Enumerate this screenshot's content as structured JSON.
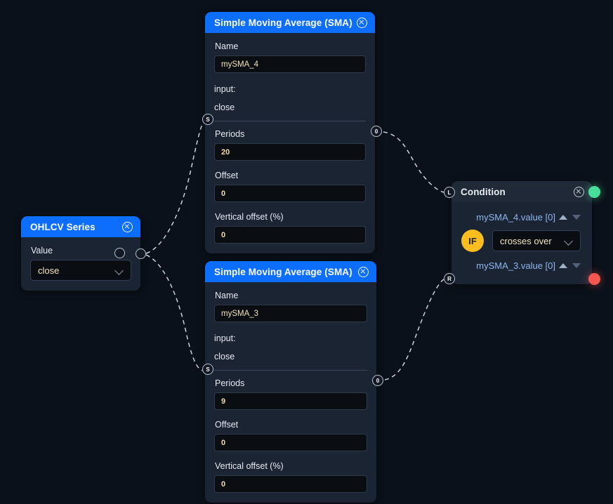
{
  "canvas": {
    "background": "#0b111a",
    "accent": "#0d6efd"
  },
  "nodes": {
    "ohlcv": {
      "title": "OHLCV Series",
      "close_icon": "close-circle-icon",
      "value_label": "Value",
      "value_selected": "close",
      "chevron_icon": "chevron-down-icon",
      "output_port": ""
    },
    "sma_top": {
      "title": "Simple Moving Average (SMA)",
      "close_icon": "close-circle-icon",
      "name_label": "Name",
      "name_value": "mySMA_4",
      "input_label": "input:",
      "input_value": "close",
      "periods_label": "Periods",
      "periods_value": "20",
      "offset_label": "Offset",
      "offset_value": "0",
      "vertical_offset_label": "Vertical offset (%)",
      "vertical_offset_value": "0",
      "input_port": "S",
      "output_port": "0"
    },
    "sma_bottom": {
      "title": "Simple Moving Average (SMA)",
      "close_icon": "close-circle-icon",
      "name_label": "Name",
      "name_value": "mySMA_3",
      "input_label": "input:",
      "input_value": "close",
      "periods_label": "Periods",
      "periods_value": "9",
      "offset_label": "Offset",
      "offset_value": "0",
      "vertical_offset_label": "Vertical offset (%)",
      "vertical_offset_value": "0",
      "input_port": "S",
      "output_port": "0"
    },
    "condition": {
      "title": "Condition",
      "close_icon": "close-circle-icon",
      "left_port": "L",
      "right_port": "R",
      "true_dot_color": "#4ade9b",
      "false_dot_color": "#f4574f",
      "if_badge": "IF",
      "if_badge_color": "#fbbd20",
      "operand_left": "mySMA_4.value [0]",
      "operand_right": "mySMA_3.value [0]",
      "operator_selected": "crosses over",
      "chevron_icon": "chevron-down-icon",
      "sort_up_icon": "triangle-up-icon",
      "sort_down_icon": "triangle-down-icon"
    }
  }
}
